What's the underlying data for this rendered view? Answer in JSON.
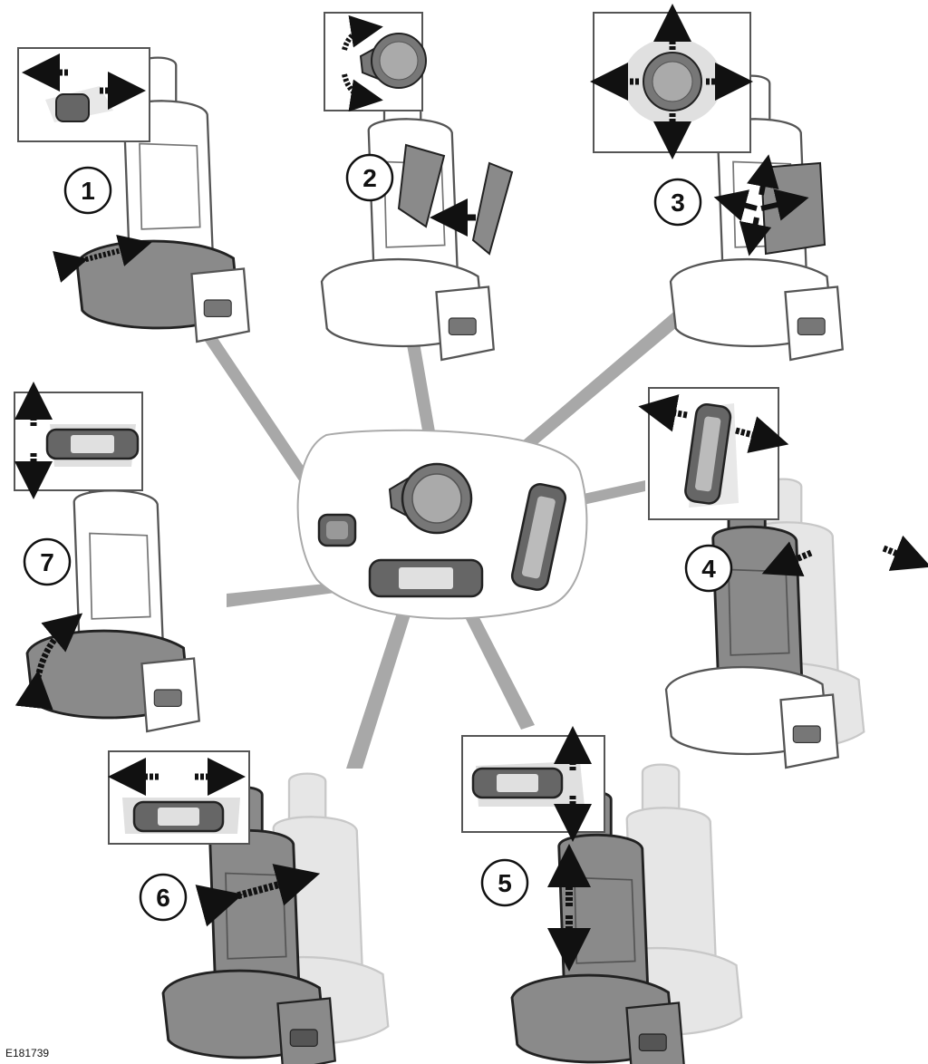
{
  "figure": {
    "reference_code": "E181739",
    "callouts": [
      {
        "id": "1",
        "label": "1",
        "function": "seat-cushion-fore-aft"
      },
      {
        "id": "2",
        "label": "2",
        "function": "lumbar-support"
      },
      {
        "id": "3",
        "label": "3",
        "function": "lumbar-4-way"
      },
      {
        "id": "4",
        "label": "4",
        "function": "backrest-recline"
      },
      {
        "id": "5",
        "label": "5",
        "function": "seat-height"
      },
      {
        "id": "6",
        "label": "6",
        "function": "seat-fore-aft"
      },
      {
        "id": "7",
        "label": "7",
        "function": "cushion-tilt"
      }
    ]
  },
  "colors": {
    "seat_outline": "#555555",
    "seat_fill": "#ffffff",
    "seat_highlight": "#8a8a8a",
    "leader_line": "#a8a8a8",
    "arrow": "#111111",
    "box_border": "#555555"
  }
}
